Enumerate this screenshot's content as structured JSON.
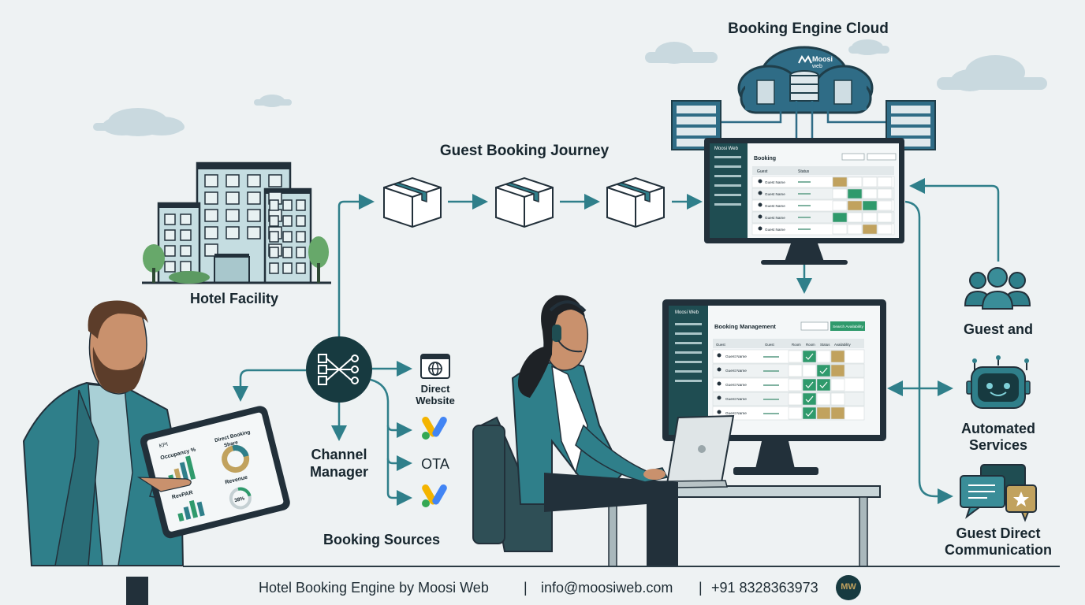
{
  "labels": {
    "cloud_title": "Booking Engine Cloud",
    "journey_title": "Guest Booking Journey",
    "hotel": "Hotel Facility",
    "channel_line1": "Channel",
    "channel_line2": "Manager",
    "direct_line1": "Direct",
    "direct_line2": "Website",
    "ota": "OTA",
    "sources": "Booking Sources",
    "guest": "Guest and",
    "auto_line1": "Automated",
    "auto_line2": "Services",
    "comm_line1": "Guest Direct",
    "comm_line2": "Communication"
  },
  "cloud_logo": {
    "line1": "Moosi",
    "line2": "web"
  },
  "top_monitor": {
    "sidebar_title": "Moosi Web",
    "title": "Booking",
    "columns": [
      "Guest",
      "Status"
    ],
    "rows": [
      "Guest Name",
      "Guest Name",
      "Guest Name",
      "Guest Name",
      "Guest Name"
    ]
  },
  "main_monitor": {
    "sidebar_title": "Moosi Web",
    "title": "Booking Management",
    "button": "Search Availability",
    "columns": [
      "Guest",
      "Guest",
      "Room",
      "Room",
      "Status",
      "Availability"
    ],
    "rows": [
      "Guest Name",
      "Guest Name",
      "Guest Name",
      "Guest Name",
      "Guest Name"
    ]
  },
  "tablet": {
    "header": "KPI",
    "occupancy": "Occupancy %",
    "direct_booking_line1": "Direct Booking",
    "direct_booking_line2": "Share",
    "revpar": "RevPAR",
    "revenue": "Revenue",
    "percent": "38%"
  },
  "footer": {
    "title": "Hotel Booking Engine by Moosi Web",
    "email": "info@moosiweb.com",
    "phone": "+91 8328363973",
    "logo_text": "MW"
  },
  "colors": {
    "teal": "#2f7f8a",
    "dark_teal": "#173a40",
    "navy": "#22303a",
    "green": "#2f9a6c",
    "gold": "#c1a25e",
    "background": "#eef2f3"
  }
}
